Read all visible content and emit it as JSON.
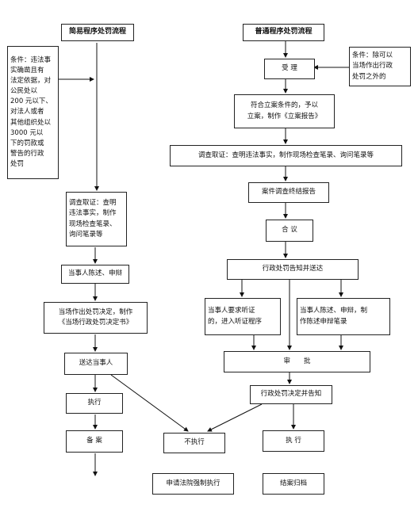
{
  "simple": {
    "title": "简易程序处罚流程",
    "condition": "条件：违法事\n实确凿且有\n法定依据，对\n公民处以\n200 元以下、\n对法人或者\n其他组织处以\n3000 元以\n下的罚款或\n警告的行政\n处罚",
    "investigate": "调查取证：查明\n违法事实，制作\n现场检查笔录、\n询问笔录等",
    "statement": "当事人陈述、申辩",
    "decision": "当场作出处罚决定，制作\n《当场行政处罚决定书》",
    "deliver": "送达当事人",
    "execute": "执行",
    "record": "备 案"
  },
  "general": {
    "title": "普通程序处罚流程",
    "condition": "条件：除可以\n当场作出行政\n处罚之外的",
    "accept": "受 理",
    "file_case": "符合立案条件的，予以\n立案，制作《立案报告》",
    "investigate": "调查取证：查明违法事实，制作现场检查笔录、询问笔录等",
    "report": "案件调查终结报告",
    "discuss": "合 议",
    "notify": "行政处罚告知并送达",
    "hearing": "当事人要求听证\n的，进入听证程序",
    "defense": "当事人陈述、申辩，制\n作陈述申辩笔录",
    "approve": "审　　批",
    "decision_notice": "行政处罚决定并告知",
    "not_execute": "不执行",
    "execute": "执 行",
    "court": "申请法院强制执行",
    "close_case": "结案归档"
  }
}
